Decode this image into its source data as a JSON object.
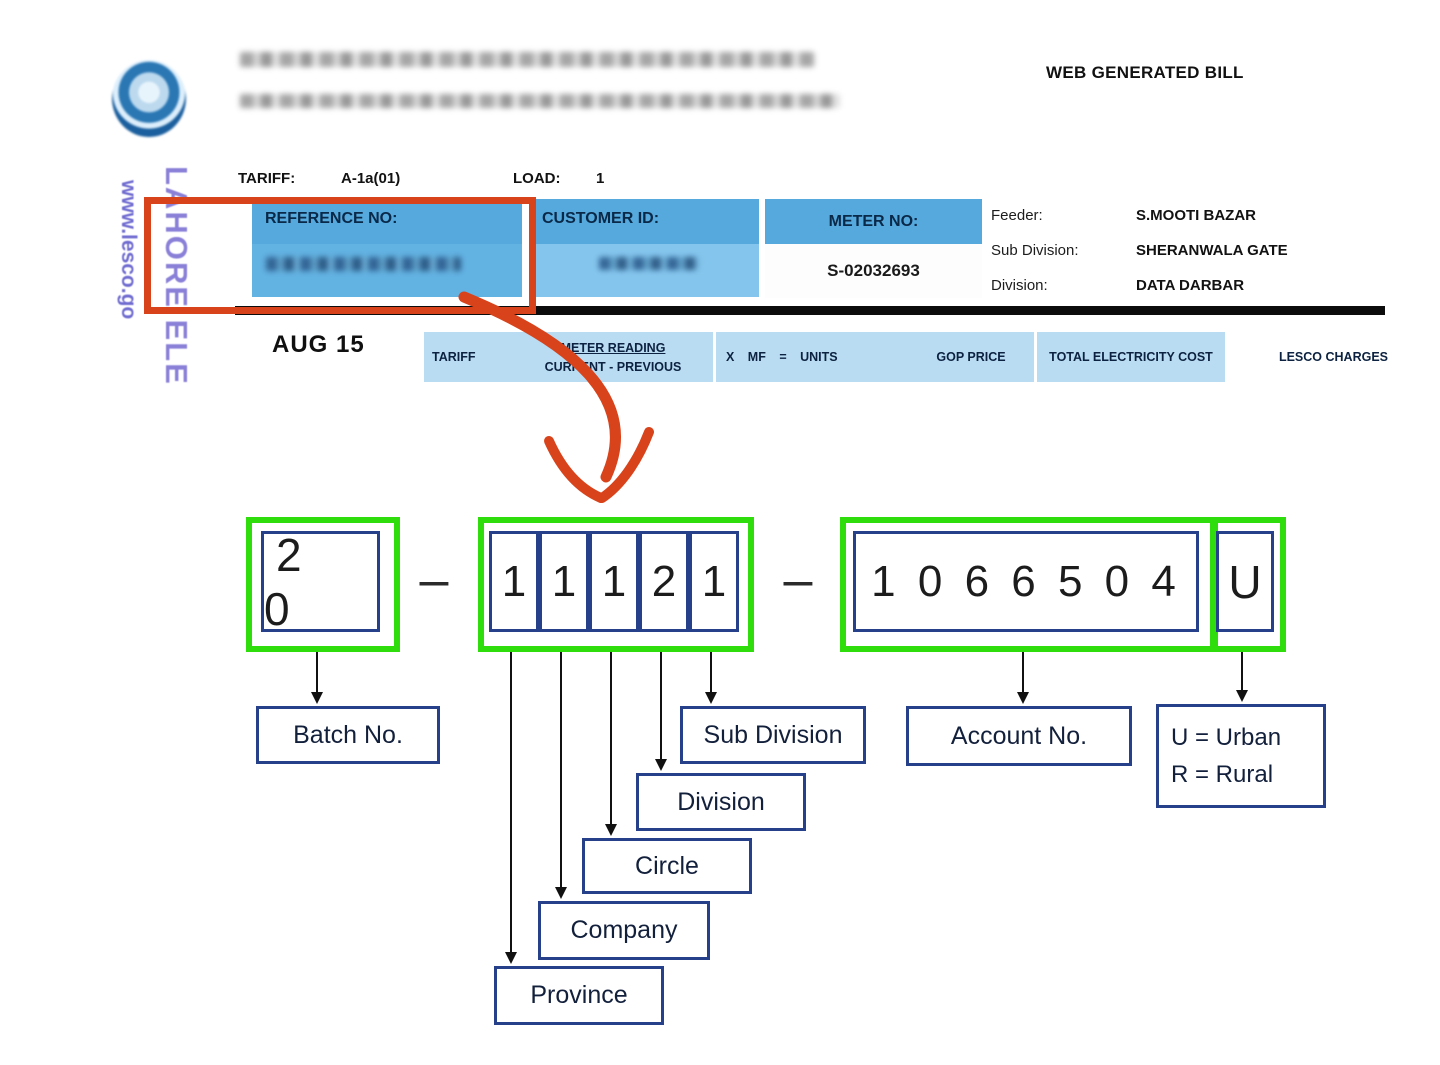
{
  "colors": {
    "highlight_orange": "#d8431b",
    "frame_green": "#2fdd0d",
    "cell_blue": "#55a9dd",
    "table_header_blue": "#b9dcf2",
    "box_navy": "#26418a"
  },
  "bill": {
    "web_generated": "WEB GENERATED BILL",
    "vertical_url": "www.lesco.go",
    "vertical_name": "LAHORE ELE",
    "tariff_label": "TARIFF:",
    "tariff_value": "A-1a(01)",
    "load_label": "LOAD:",
    "load_value": "1",
    "reference_label": "REFERENCE NO:",
    "customer_label": "CUSTOMER ID:",
    "meter_label": "METER NO:",
    "meter_value": "S-02032693",
    "feeder_label": "Feeder:",
    "feeder_value": "S.MOOTI BAZAR",
    "subdivision_label": "Sub Division:",
    "subdivision_value": "SHERANWALA GATE",
    "division_label": "Division:",
    "division_value": "DATA DARBAR",
    "month": "AUG 15",
    "table": {
      "tariff": "TARIFF",
      "meter_reading": "METER READING",
      "current_previous": "CURRENT - PREVIOUS",
      "units_formula": "X MF = UNITS",
      "gop_price": "GOP PRICE",
      "total_cost": "TOTAL ELECTRICITY COST",
      "lesco_charges": "LESCO CHARGES"
    }
  },
  "reference_breakdown": {
    "batch": "2 0",
    "digits": [
      "1",
      "1",
      "1",
      "2",
      "1"
    ],
    "account": "1 0 6 6 5 0 4",
    "area": "U",
    "dash": "–",
    "labels": {
      "batch": "Batch No.",
      "province": "Province",
      "company": "Company",
      "circle": "Circle",
      "division": "Division",
      "subdivision": "Sub Division",
      "account": "Account No.",
      "urban": "U = Urban",
      "rural": "R = Rural"
    }
  }
}
